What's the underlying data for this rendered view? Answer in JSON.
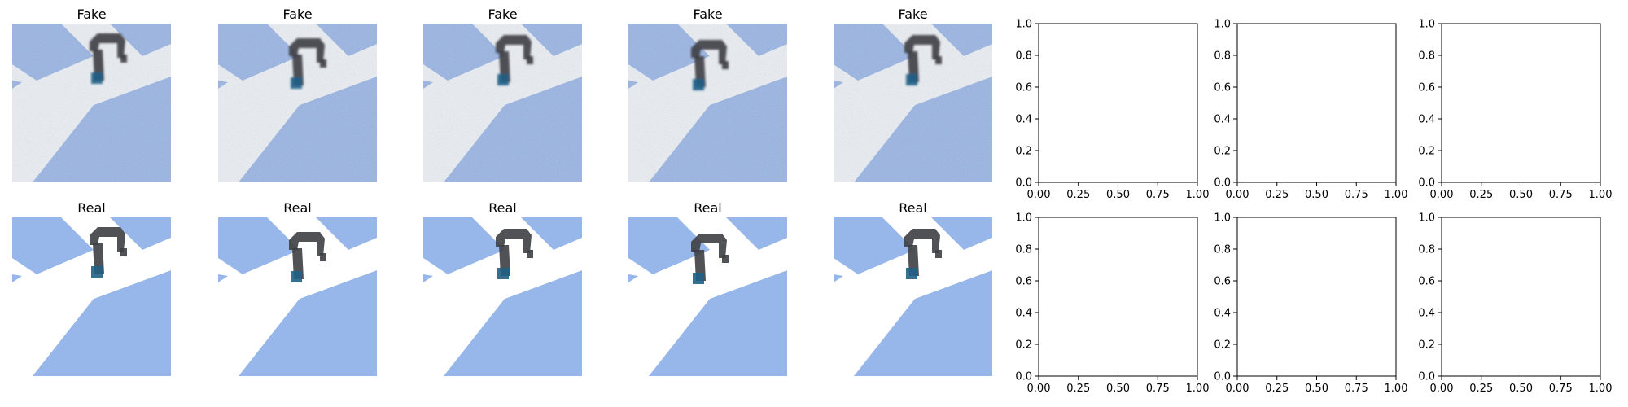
{
  "figure": {
    "rows": [
      {
        "title": "Fake",
        "count": 5
      },
      {
        "title": "Real",
        "count": 5
      }
    ]
  },
  "chart_data": [
    {
      "type": "scatter",
      "empty": true,
      "xlim": [
        0,
        1
      ],
      "ylim": [
        0,
        1
      ],
      "xticks": [
        "0.00",
        "0.25",
        "0.50",
        "0.75",
        "1.00"
      ],
      "yticks": [
        "0.0",
        "0.2",
        "0.4",
        "0.6",
        "0.8",
        "1.0"
      ]
    },
    {
      "type": "scatter",
      "empty": true,
      "xlim": [
        0,
        1
      ],
      "ylim": [
        0,
        1
      ],
      "xticks": [
        "0.00",
        "0.25",
        "0.50",
        "0.75",
        "1.00"
      ],
      "yticks": [
        "0.0",
        "0.2",
        "0.4",
        "0.6",
        "0.8",
        "1.0"
      ]
    },
    {
      "type": "scatter",
      "empty": true,
      "xlim": [
        0,
        1
      ],
      "ylim": [
        0,
        1
      ],
      "xticks": [
        "0.00",
        "0.25",
        "0.50",
        "0.75",
        "1.00"
      ],
      "yticks": [
        "0.0",
        "0.2",
        "0.4",
        "0.6",
        "0.8",
        "1.0"
      ]
    },
    {
      "type": "scatter",
      "empty": true,
      "xlim": [
        0,
        1
      ],
      "ylim": [
        0,
        1
      ],
      "xticks": [
        "0.00",
        "0.25",
        "0.50",
        "0.75",
        "1.00"
      ],
      "yticks": [
        "0.0",
        "0.2",
        "0.4",
        "0.6",
        "0.8",
        "1.0"
      ]
    },
    {
      "type": "scatter",
      "empty": true,
      "xlim": [
        0,
        1
      ],
      "ylim": [
        0,
        1
      ],
      "xticks": [
        "0.00",
        "0.25",
        "0.50",
        "0.75",
        "1.00"
      ],
      "yticks": [
        "0.0",
        "0.2",
        "0.4",
        "0.6",
        "0.8",
        "1.0"
      ]
    },
    {
      "type": "scatter",
      "empty": true,
      "xlim": [
        0,
        1
      ],
      "ylim": [
        0,
        1
      ],
      "xticks": [
        "0.00",
        "0.25",
        "0.50",
        "0.75",
        "1.00"
      ],
      "yticks": [
        "0.0",
        "0.2",
        "0.4",
        "0.6",
        "0.8",
        "1.0"
      ]
    }
  ],
  "colors": {
    "tile_blue_real": "#97b6ea",
    "tile_white_real": "#ffffff",
    "tile_blue_fake": "#a4bde8",
    "tile_white_fake": "#eef2f7",
    "robot_dark": "#3d3f44",
    "robot_accent": "#1f5f86",
    "axis": "#000000"
  }
}
